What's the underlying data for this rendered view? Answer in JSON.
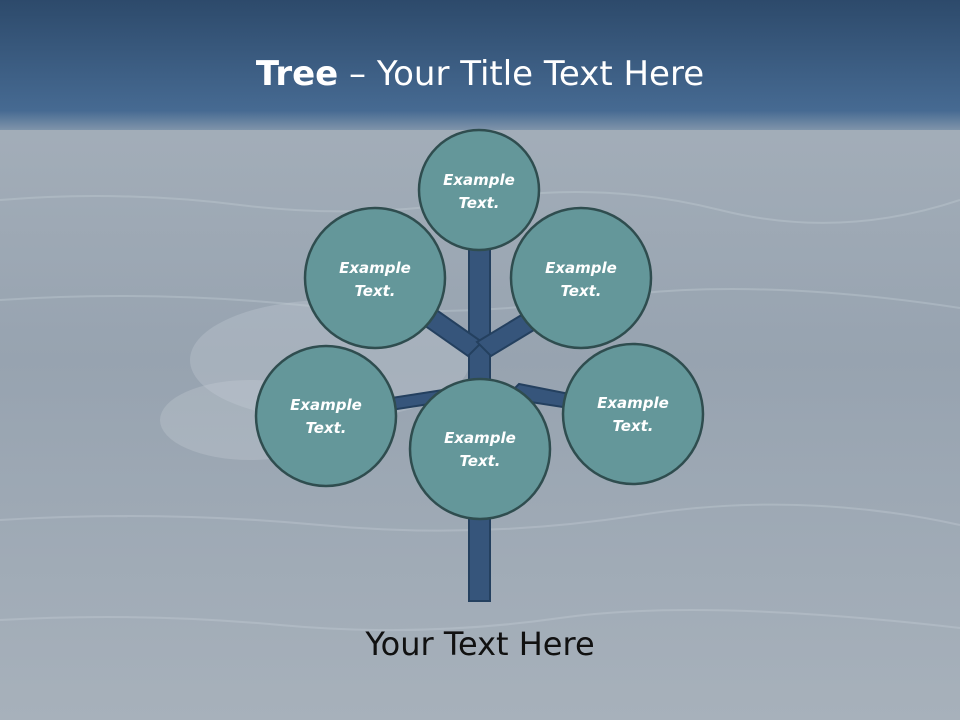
{
  "title": {
    "bold": "Tree",
    "separator": " – ",
    "rest": "Your Title Text Here"
  },
  "nodes": [
    {
      "line1": "Example",
      "line2": "Text."
    },
    {
      "line1": "Example",
      "line2": "Text."
    },
    {
      "line1": "Example",
      "line2": "Text."
    },
    {
      "line1": "Example",
      "line2": "Text."
    },
    {
      "line1": "Example",
      "line2": "Text."
    },
    {
      "line1": "Example",
      "line2": "Text."
    }
  ],
  "footer": "Your Text Here",
  "colors": {
    "header_top": "#2d4a6b",
    "header_bottom": "#4b6b92",
    "sea": "#9aa6b3",
    "branch_fill": "#36557b",
    "branch_stroke": "#24405f",
    "node_fill": "#64979a",
    "node_stroke": "#2f4d4f"
  }
}
